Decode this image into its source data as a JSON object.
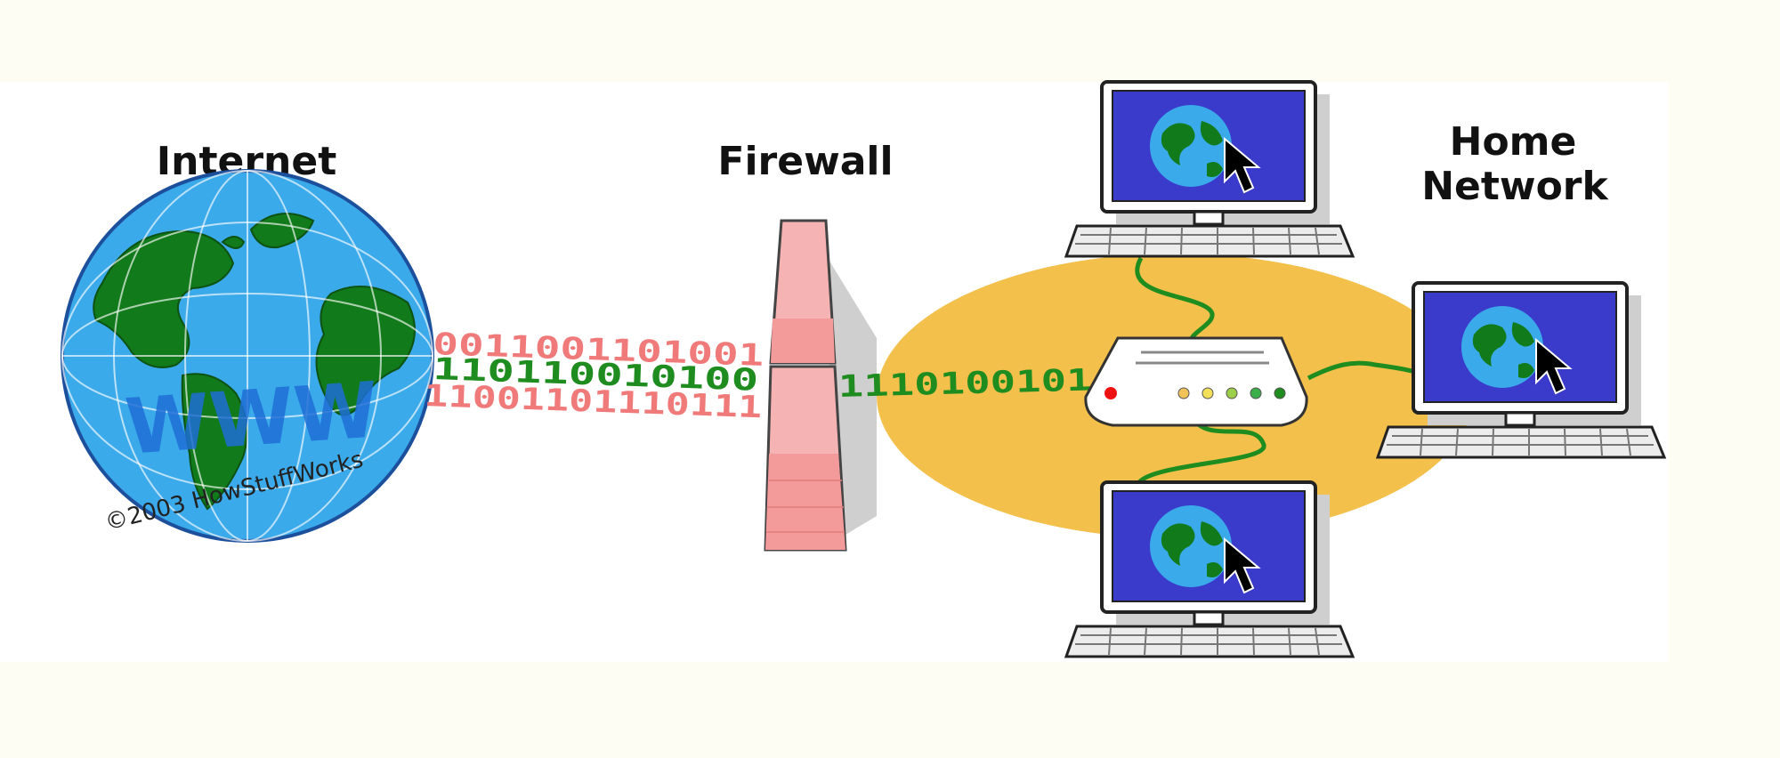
{
  "labels": {
    "internet": "Internet",
    "firewall": "Firewall",
    "home_network_line1": "Home",
    "home_network_line2": "Network",
    "www": "WWW",
    "copyright": "©2003 HowStuffWorks"
  },
  "data_streams": {
    "red_top": "0011001101001",
    "green_middle": "110110010100",
    "red_bottom": "11001101110111",
    "green_lan": "1110100101"
  },
  "colors": {
    "page_background": "#fdfdf3",
    "panel_background": "#ffffff",
    "globe_ocean": "#3aaaea",
    "globe_land": "#117a1a",
    "firewall_pink": "#f6b3b3",
    "lan_area": "#f4c04c",
    "screen_blue": "#3a3acb",
    "bits_red": "#f07a7a",
    "bits_green": "#1e8c1e",
    "cable_green": "#1e8c1e"
  },
  "icons": [
    "globe-icon",
    "firewall-icon",
    "router-icon",
    "computer-icon",
    "mouse-cursor-icon"
  ]
}
